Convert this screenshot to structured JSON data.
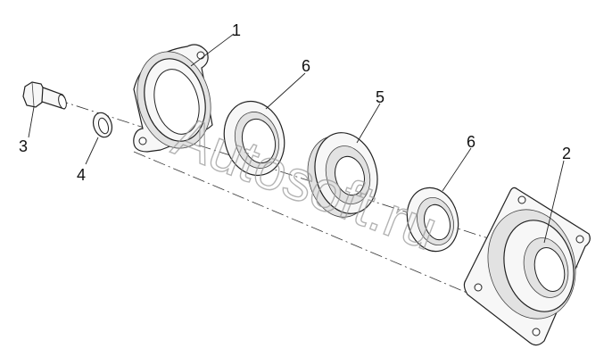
{
  "watermark": "Autosoft.ru",
  "callouts": {
    "part1": "1",
    "part2": "2",
    "part3": "3",
    "part4": "4",
    "part5": "5",
    "part6a": "6",
    "part6b": "6"
  }
}
